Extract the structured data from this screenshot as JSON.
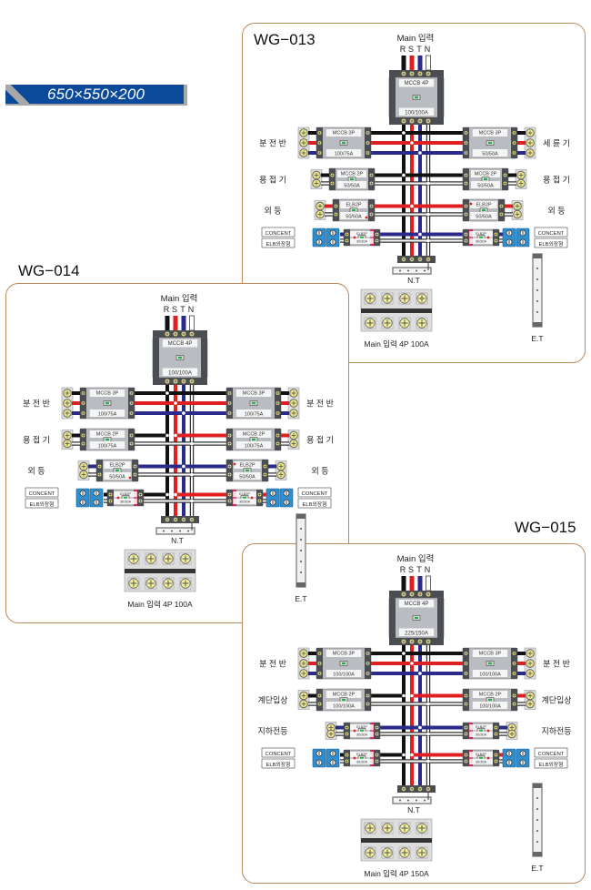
{
  "size_banner": {
    "label": "650×550×200"
  },
  "panels": [
    {
      "id": "WG-013",
      "title": "WG−013",
      "main_label": "Main 입력",
      "phases": [
        "R",
        "S",
        "T",
        "N"
      ],
      "main_breaker": {
        "type": "MCCB 4P",
        "rating": "100/100A"
      },
      "rows": [
        {
          "left": {
            "label": "분 전 반",
            "type": "MCCB 3P",
            "rating": "100/75A",
            "poles": 3,
            "kind": "mccb3"
          },
          "right": {
            "label": "세 륜 기",
            "type": "MCCB 3P",
            "rating": "50/50A",
            "poles": 3,
            "kind": "mccb3"
          }
        },
        {
          "left": {
            "label": "용 접 기",
            "type": "MCCB 2P",
            "rating": "50/50A",
            "poles": 2,
            "kind": "mccb2s",
            "wire": "black"
          },
          "right": {
            "label": "용 접 기",
            "type": "MCCB 2P",
            "rating": "50/50A",
            "poles": 2,
            "kind": "mccb2s",
            "wire": "black"
          }
        },
        {
          "left": {
            "label": "외    등",
            "type": "ELB2P",
            "rating": "50/50A",
            "poles": 2,
            "kind": "elb2",
            "wire": "red"
          },
          "right": {
            "label": "외    등",
            "type": "ELB2P",
            "rating": "50/50A",
            "poles": 2,
            "kind": "elb2",
            "wire": "red"
          }
        },
        {
          "left": {
            "label_lines": [
              "CONCENT",
              "ELB외장형"
            ],
            "type": "ELB2P",
            "rating": "30/30A",
            "poles": 2,
            "kind": "concent",
            "wire": "blue"
          },
          "right": {
            "label_lines": [
              "CONCENT",
              "ELB외장형"
            ],
            "type": "ELB2P",
            "rating": "30/30A",
            "poles": 2,
            "kind": "concent",
            "wire": "blue"
          }
        }
      ],
      "nt_label": "N.T",
      "et_label": "E.T",
      "main_terminal_label": "Main 입력 4P 100A"
    },
    {
      "id": "WG-014",
      "title": "WG−014",
      "main_label": "Main 입력",
      "phases": [
        "R",
        "S",
        "T",
        "N"
      ],
      "main_breaker": {
        "type": "MCCB 4P",
        "rating": "100/100A"
      },
      "rows": [
        {
          "left": {
            "label": "분 전 반",
            "type": "MCCB 3P",
            "rating": "100/75A",
            "poles": 3,
            "kind": "mccb3"
          },
          "right": {
            "label": "분 전 반",
            "type": "MCCB 3P",
            "rating": "100/75A",
            "poles": 3,
            "kind": "mccb3"
          }
        },
        {
          "left": {
            "label": "용 접 기",
            "type": "MCCB 2P",
            "rating": "100/75A",
            "poles": 2,
            "kind": "mccb2",
            "wire": "black"
          },
          "right": {
            "label": "용 접 기",
            "type": "MCCB 2P",
            "rating": "100/75A",
            "poles": 2,
            "kind": "mccb2",
            "wire": "red"
          }
        },
        {
          "left": {
            "label": "외    등",
            "type": "ELB2P",
            "rating": "50/50A",
            "poles": 2,
            "kind": "elb2",
            "wire": "blue"
          },
          "right": {
            "label": "외    등",
            "type": "ELB2P",
            "rating": "50/50A",
            "poles": 2,
            "kind": "elb2",
            "wire": "blue"
          }
        },
        {
          "left": {
            "label_lines": [
              "CONCENT",
              "ELB외장형"
            ],
            "type": "ELB2P",
            "rating": "30/30A",
            "poles": 2,
            "kind": "concent",
            "wire": "black"
          },
          "right": {
            "label_lines": [
              "CONCENT",
              "ELB외장형"
            ],
            "type": "ELB2P",
            "rating": "30/30A",
            "poles": 2,
            "kind": "concent",
            "wire": "red"
          }
        }
      ],
      "nt_label": "N.T",
      "et_label": "E.T",
      "main_terminal_label": "Main 입력 4P 100A"
    },
    {
      "id": "WG-015",
      "title": "WG−015",
      "main_label": "Main 입력",
      "phases": [
        "R",
        "S",
        "T",
        "N"
      ],
      "main_breaker": {
        "type": "MCCB 4P",
        "rating": "225/150A"
      },
      "rows": [
        {
          "left": {
            "label": "분 전 반",
            "type": "MCCB 3P",
            "rating": "100/100A",
            "poles": 3,
            "kind": "mccb3"
          },
          "right": {
            "label": "분 전 반",
            "type": "MCCB 3P",
            "rating": "100/100A",
            "poles": 3,
            "kind": "mccb3"
          }
        },
        {
          "left": {
            "label": "계단입상",
            "type": "MCCB 2P",
            "rating": "100/100A",
            "poles": 2,
            "kind": "mccb2",
            "wire": "black"
          },
          "right": {
            "label": "계단입상",
            "type": "MCCB 2P",
            "rating": "100/100A",
            "poles": 2,
            "kind": "mccb2",
            "wire": "red"
          }
        },
        {
          "left": {
            "label": "지하전등",
            "type": "ELB2P",
            "rating": "30/30A",
            "poles": 2,
            "kind": "elbsmall",
            "wire": "blue"
          },
          "right": {
            "label": "지하전등",
            "type": "ELB2P",
            "rating": "30/30A",
            "poles": 2,
            "kind": "elbsmall",
            "wire": "blue"
          }
        },
        {
          "left": {
            "label_lines": [
              "CONCENT",
              "ELB외장형"
            ],
            "type": "ELB2P",
            "rating": "30/30A",
            "poles": 2,
            "kind": "concent",
            "wire": "black"
          },
          "right": {
            "label_lines": [
              "CONCENT",
              "ELB외장형"
            ],
            "type": "ELB2P",
            "rating": "30/30A",
            "poles": 2,
            "kind": "concent",
            "wire": "red"
          }
        }
      ],
      "nt_label": "N.T",
      "et_label": "E.T",
      "main_terminal_label": "Main 입력 4P 150A"
    }
  ],
  "colors": {
    "panel_border": "#b98a58",
    "wire_r": "#111111",
    "wire_s": "#e02020",
    "wire_t": "#2a2a8a",
    "wire_n": "#ffffff",
    "breaker_body": "#b9bcc0",
    "breaker_dark": "#4a4d52",
    "terminal_yellow": "#f3ef9a",
    "concent_blue": "#2f8fd0",
    "elb_red": "#d8285a",
    "banner_blue": "#0b4a9a"
  }
}
